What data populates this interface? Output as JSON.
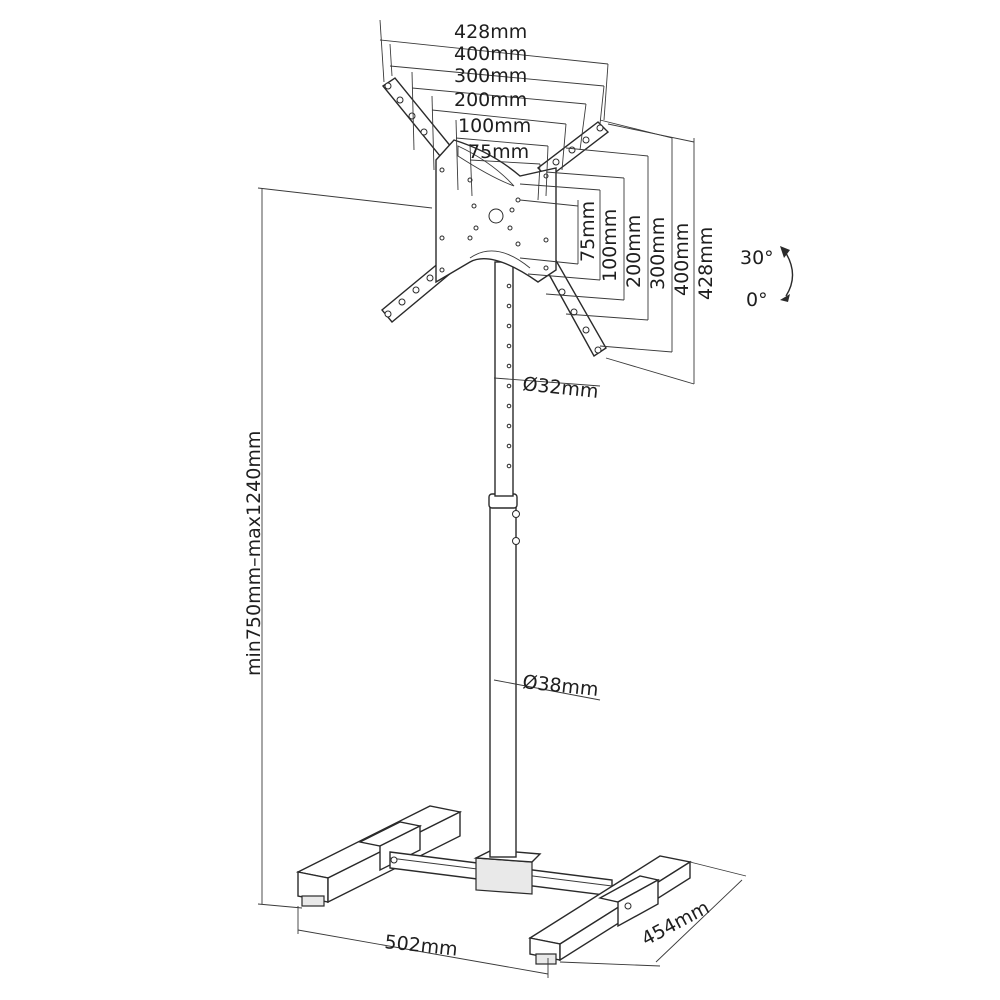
{
  "vesa_widths": [
    "428mm",
    "400mm",
    "300mm",
    "200mm",
    "100mm",
    "75mm"
  ],
  "vesa_heights": [
    "75mm",
    "100mm",
    "200mm",
    "300mm",
    "400mm",
    "428mm"
  ],
  "tilt": {
    "max": "30°",
    "min": "0°"
  },
  "height_range": "min750mm–max1240mm",
  "pole_upper_diameter": "Ø32mm",
  "pole_lower_diameter": "Ø38mm",
  "base_width": "502mm",
  "base_depth": "454mm"
}
